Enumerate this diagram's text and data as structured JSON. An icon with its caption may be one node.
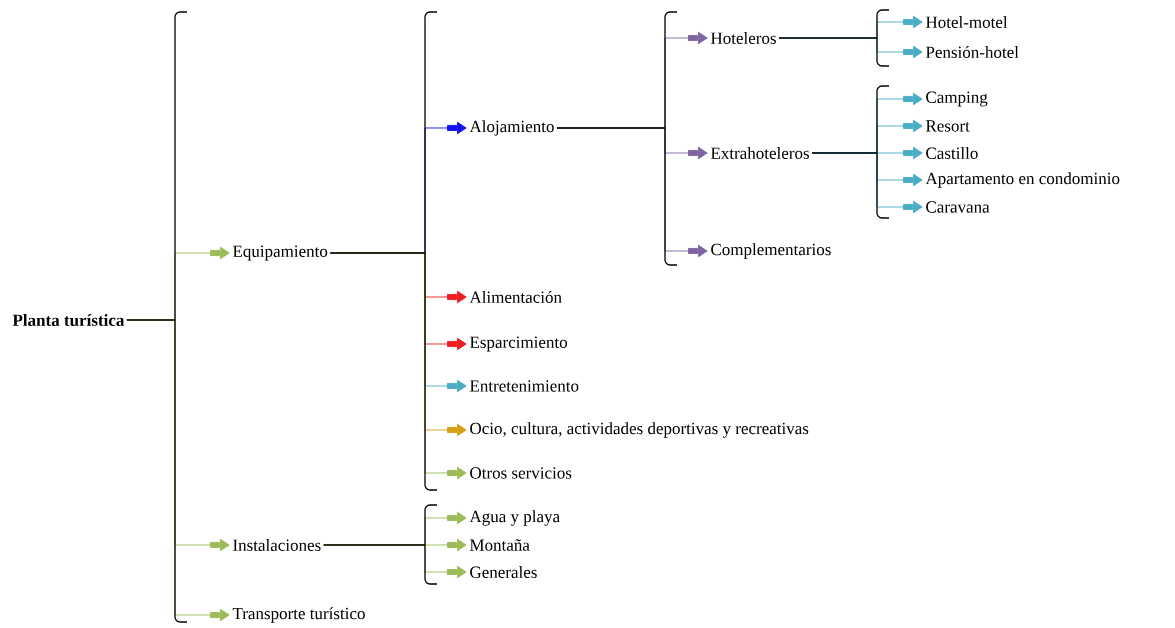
{
  "diagram": {
    "nodes": [
      {
        "text": [
          "**Planta turística**"
        ]
      },
      {
        "text": [
          "Equipamiento"
        ]
      },
      {
        "text": [
          "Alojamiento"
        ]
      },
      {
        "text": [
          "Hoteleros"
        ]
      },
      {
        "text": [
          "Hotel-motel"
        ]
      },
      {
        "text": [
          "Pensión-hotel"
        ]
      },
      {
        "text": [
          "Extrahoteleros"
        ]
      },
      {
        "text": [
          "Camping"
        ]
      },
      {
        "text": [
          "Resort"
        ]
      },
      {
        "text": [
          "Castillo"
        ]
      },
      {
        "text": [
          "Apartamento en condominio"
        ]
      },
      {
        "text": [
          "Caravana"
        ]
      },
      {
        "text": [
          "Complementarios"
        ]
      },
      {
        "text": [
          "Alimentación"
        ]
      },
      {
        "text": [
          "Esparcimiento"
        ]
      },
      {
        "text": [
          "Entretenimiento"
        ]
      },
      {
        "text": [
          "Ocio, cultura, actividades deportivas y recreativas"
        ]
      },
      {
        "text": [
          "Otros servicios"
        ]
      },
      {
        "text": [
          "Instalaciones"
        ]
      },
      {
        "text": [
          "Agua y playa"
        ]
      },
      {
        "text": [
          "Montaña"
        ]
      },
      {
        "text": [
          "Generales"
        ]
      },
      {
        "text": [
          "Transporte turístico"
        ]
      }
    ],
    "edges": [
      {
        "from": 0,
        "to": 1,
        "arrow": "to",
        "color": "#9bbb59"
      },
      {
        "from": 0,
        "to": 18,
        "arrow": "to",
        "color": "#9bbb59"
      },
      {
        "from": 0,
        "to": 22,
        "arrow": "to",
        "color": "#9bbb59"
      },
      {
        "from": 1,
        "to": 2,
        "arrow": "to",
        "color": "#1010f0"
      },
      {
        "from": 1,
        "to": 13,
        "arrow": "to",
        "color": "#ee1c1c"
      },
      {
        "from": 1,
        "to": 14,
        "arrow": "to",
        "color": "#ee1c1c"
      },
      {
        "from": 1,
        "to": 15,
        "arrow": "to",
        "color": "#4bacc6"
      },
      {
        "from": 1,
        "to": 16,
        "arrow": "to",
        "color": "#d4a017"
      },
      {
        "from": 1,
        "to": 17,
        "arrow": "to",
        "color": "#9bbb59"
      },
      {
        "from": 2,
        "to": 3,
        "arrow": "to",
        "color": "#8064a2"
      },
      {
        "from": 2,
        "to": 6,
        "arrow": "to",
        "color": "#8064a2"
      },
      {
        "from": 2,
        "to": 12,
        "arrow": "to",
        "color": "#8064a2"
      },
      {
        "from": 3,
        "to": 4,
        "arrow": "to",
        "color": "#4bacc6"
      },
      {
        "from": 3,
        "to": 5,
        "arrow": "to",
        "color": "#4bacc6"
      },
      {
        "from": 6,
        "to": 7,
        "arrow": "to",
        "color": "#4bacc6"
      },
      {
        "from": 6,
        "to": 8,
        "arrow": "to",
        "color": "#4bacc6"
      },
      {
        "from": 6,
        "to": 9,
        "arrow": "to",
        "color": "#4bacc6"
      },
      {
        "from": 6,
        "to": 10,
        "arrow": "to",
        "color": "#4bacc6"
      },
      {
        "from": 6,
        "to": 11,
        "arrow": "to",
        "color": "#4bacc6"
      },
      {
        "from": 18,
        "to": 19,
        "arrow": "to",
        "color": "#9bbb59"
      },
      {
        "from": 18,
        "to": 20,
        "arrow": "to",
        "color": "#9bbb59"
      },
      {
        "from": 18,
        "to": 21,
        "arrow": "to",
        "color": "#9bbb59"
      }
    ]
  }
}
